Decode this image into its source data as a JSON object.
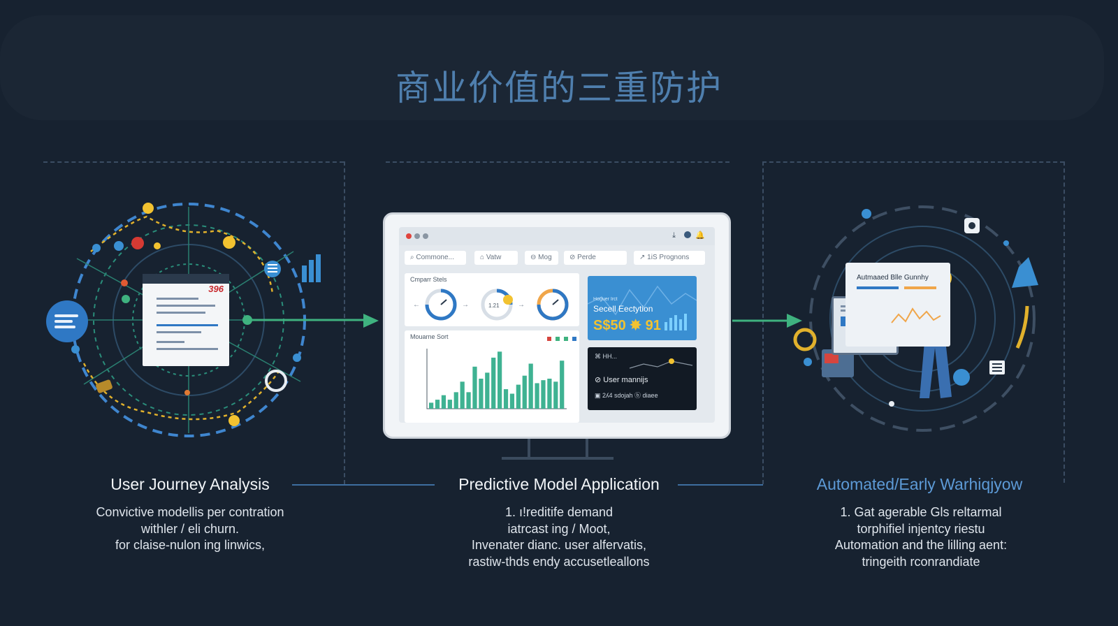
{
  "title": "商业价值的三重防护",
  "colors": {
    "background": "#172230",
    "title": "#4f7fae",
    "accent_green": "#3fb27f",
    "accent_blue": "#3a8fd2",
    "accent_yellow": "#f2c230"
  },
  "sections": [
    {
      "heading": "User Journey Analysis",
      "lines": [
        "Convictive modellis per contration",
        "withler / eli churn.",
        "for claise-nulon ing linwics,"
      ],
      "doc_number": "396"
    },
    {
      "heading": "Predictive Model Application",
      "lines": [
        "1. ı!reditife demand",
        "iatrcast ing / Moot,",
        "Invenater dianc. user alfervatis,",
        "rastiw-thds endy accusetleallons"
      ]
    },
    {
      "heading": "Automated/Early Warhiqjyow",
      "lines": [
        "1.  Gat agerable Gls reltarmal",
        "torphifiel injentcy riestu",
        "Automation and the lilling aent:",
        "tringeith rconrandiate"
      ],
      "card_title": "Autmaaed Blle Gunnhy"
    }
  ],
  "dashboard": {
    "tabs": [
      "Commone...",
      "Vatw",
      "Mog",
      "Perde",
      "1iS Prognons"
    ],
    "panels": {
      "gauges_title": "Cmparr Stels",
      "gauge_center_label": "1.21",
      "bar_title": "Mouarne Sort",
      "bar_values": [
        4,
        6,
        9,
        6,
        11,
        18,
        11,
        28,
        20,
        24,
        34,
        38,
        13,
        10,
        16,
        22,
        30,
        17,
        19,
        20,
        18,
        32
      ],
      "bar_ylim": [
        0,
        40
      ],
      "blue_card_small": "Hoguer Irct",
      "blue_card_label": "Secell Eectytion",
      "blue_card_value": "S$50 ✸ 91",
      "dark_rows": [
        "HH...",
        "User mannijs",
        "2ʎ4 sdojah  ⓑ diaee"
      ]
    }
  }
}
